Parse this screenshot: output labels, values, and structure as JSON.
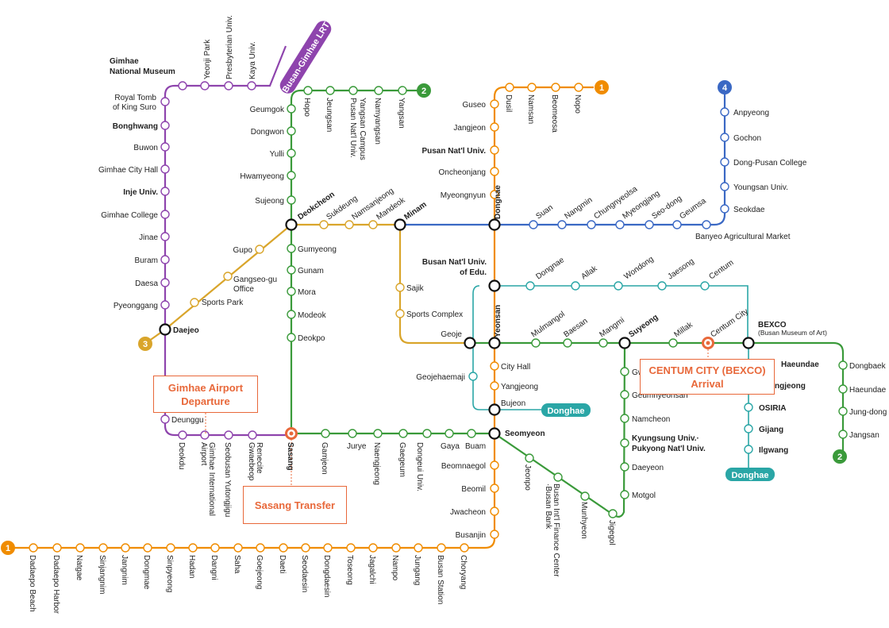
{
  "colors": {
    "line1": "#f08c00",
    "line2": "#3a9a3a",
    "line3": "#d9a52b",
    "line4": "#3a68c4",
    "bgLRT": "#8e44ad",
    "donghae": "#2aa6a6",
    "accent": "#e8683a"
  },
  "badges": {
    "line1": "1",
    "line2": "2",
    "line3": "3",
    "line4": "4",
    "lrt": "Busan-Gimhae LRT",
    "donghae": "Donghae"
  },
  "callouts": {
    "gimhae": [
      "Gimhae Airport",
      "Departure"
    ],
    "sasang": "Sasang Transfer",
    "centum": [
      "CENTUM CITY (BEXCO)",
      "Arrival"
    ]
  },
  "stations": {
    "gimhae_museum": [
      "Gimhae",
      "National Museum"
    ],
    "royal_tomb": [
      "Royal Tomb",
      "of King Suro"
    ],
    "bonghwang": "Bonghwang",
    "buwon": "Buwon",
    "gimhae_city_hall": "Gimhae City Hall",
    "inje": "Inje Univ.",
    "gimhae_college": "Gimhae College",
    "jinae": "Jinae",
    "buram": "Buram",
    "daesa": "Daesa",
    "pyeonggang": "Pyeonggang",
    "daejeo": "Daejeo",
    "deunggu": "Deunggu",
    "deokdu": "Deokdu",
    "airport": [
      "Gimhae International",
      "Airport"
    ],
    "seobusan": "Seobusan Yutongjigu",
    "gwaebeop": [
      "Gwaebeop",
      "Renecite"
    ],
    "yeonji": "Yeonji Park",
    "presbyterian": "Presbyterian Univ.",
    "kaya": "Kaya Univ.",
    "gupo": "Gupo",
    "gangseo": [
      "Gangseo-gu",
      "Office"
    ],
    "sports_park": "Sports Park",
    "geumgok": "Geumgok",
    "dongwon": "Dongwon",
    "yulli": "Yulli",
    "hwamyeong": "Hwamyeong",
    "sujeong": "Sujeong",
    "deokcheon": "Deokcheon",
    "gumyeong": "Gumyeong",
    "gunam": "Gunam",
    "mora": "Mora",
    "modeok": "Modeok",
    "deokpo": "Deokpo",
    "sasang": "Sasang",
    "hopo": "Hopo",
    "jeungsan": "Jeungsan",
    "pusan_yangsan": [
      "Pusan Nat'l Univ.",
      "Yangsan Campus"
    ],
    "namyangsan": "Namyangsan",
    "yangsan": "Yangsan",
    "gamjeon": "Gamjeon",
    "jurye": "Jurye",
    "naengjeong": "Naengjeong",
    "gaegeum": "Gaegeum",
    "dongeui": "Dongeui Univ.",
    "gaya": "Gaya",
    "buam": "Buam",
    "seomyeon": "Seomyeon",
    "sukdeung": "Sukdeung",
    "namsanjeong": "Namsanjeong",
    "mandeok": "Mandeok",
    "minam": "Minam",
    "sajik": "Sajik",
    "sports_complex": "Sports Complex",
    "geoje": "Geoje",
    "guseo": "Guseo",
    "jangjeon": "Jangjeon",
    "pusan_univ": "Pusan Nat'l Univ.",
    "oncheonjang": "Oncheonjang",
    "myeongnyun": "Myeongnyun",
    "dongnae": "Dongnae",
    "busan_edu": [
      "Busan Nat'l Univ.",
      "of Edu."
    ],
    "yeonsan": "Yeonsan",
    "city_hall": "City Hall",
    "yangjeong": "Yangjeong",
    "bujeon": "Bujeon",
    "dusil": "Dusil",
    "namsan": "Namsan",
    "beomeosa": "Beomeosa",
    "nopo": "Nopo",
    "beomnaegol": "Beomnaegol",
    "beomil": "Beomil",
    "jwacheon": "Jwacheon",
    "busanjin": "Busanjin",
    "anpyeong": "Anpyeong",
    "gochon": "Gochon",
    "dong_pusan": "Dong-Pusan College",
    "youngsan": "Youngsan Univ.",
    "seokdae": "Seokdae",
    "banyeo": "Banyeo Agricultural Market",
    "suan": "Suan",
    "nangmin": "Nangmin",
    "chungnyeolsa": "Chungnyeolsa",
    "myeongjang": "Myeongjang",
    "seo_dong": "Seo-dong",
    "geumsa": "Geumsa",
    "dh_dongnae": "Dongnae",
    "allak": "Allak",
    "wondong": "Wondong",
    "jaesong": "Jaesong",
    "dh_centum": "Centum",
    "geojehaemaji": "Geojehaemaji",
    "mulmangol": "Mulmangol",
    "baesan": "Baesan",
    "mangmi": "Mangmi",
    "suyeong": "Suyeong",
    "millak": "Millak",
    "centum_city": "Centum City",
    "bexco": "BEXCO",
    "bexco_sub": "(Busan Museum of Art)",
    "haeundae": "Haeundae",
    "jungdong_partial": "ngjeong",
    "dongbaek": "Dongbaek",
    "haeundae2": "Haeundae",
    "jung_dong": "Jung-dong",
    "jangsan": "Jangsan",
    "osiria": "OSIRIA",
    "gijang": "Gijang",
    "ilgwang": "Ilgwang",
    "gwangan_partial": "Gw",
    "geumnyeonsan": "Geumnyeonsan",
    "namcheon": "Namcheon",
    "kyungsung": [
      "Kyungsung Univ.·",
      "Pukyong Nat'l Univ."
    ],
    "daeyeon": "Daeyeon",
    "motgol": "Motgol",
    "jeonpo": "Jeonpo",
    "bifc": [
      "Busan Int'l Finance Center",
      "·Busan Bank"
    ],
    "munhyeon": "Munhyeon",
    "jigegol": "Jigegol",
    "dadaepo_beach": "Dadaepo Beach",
    "dadaepo_harbor": "Dadaepo Harbor",
    "natgae": "Natgae",
    "sinjangnim": "Sinjangnim",
    "jangnim": "Jangnim",
    "dongmae": "Dongmae",
    "sinpyeong": "Sinpyeong",
    "hadan": "Hadan",
    "dangni": "Dangni",
    "saha": "Saha",
    "goejeong": "Goejeong",
    "daeti": "Daeti",
    "seodaesin": "Seodaesin",
    "dongdaesin": "Dongdaesin",
    "toseong": "Toseong",
    "jagalchi": "Jagalchi",
    "nampo": "Nampo",
    "jungang": "Jungang",
    "busan_station": "Busan Station",
    "choryang": "Choryang"
  }
}
